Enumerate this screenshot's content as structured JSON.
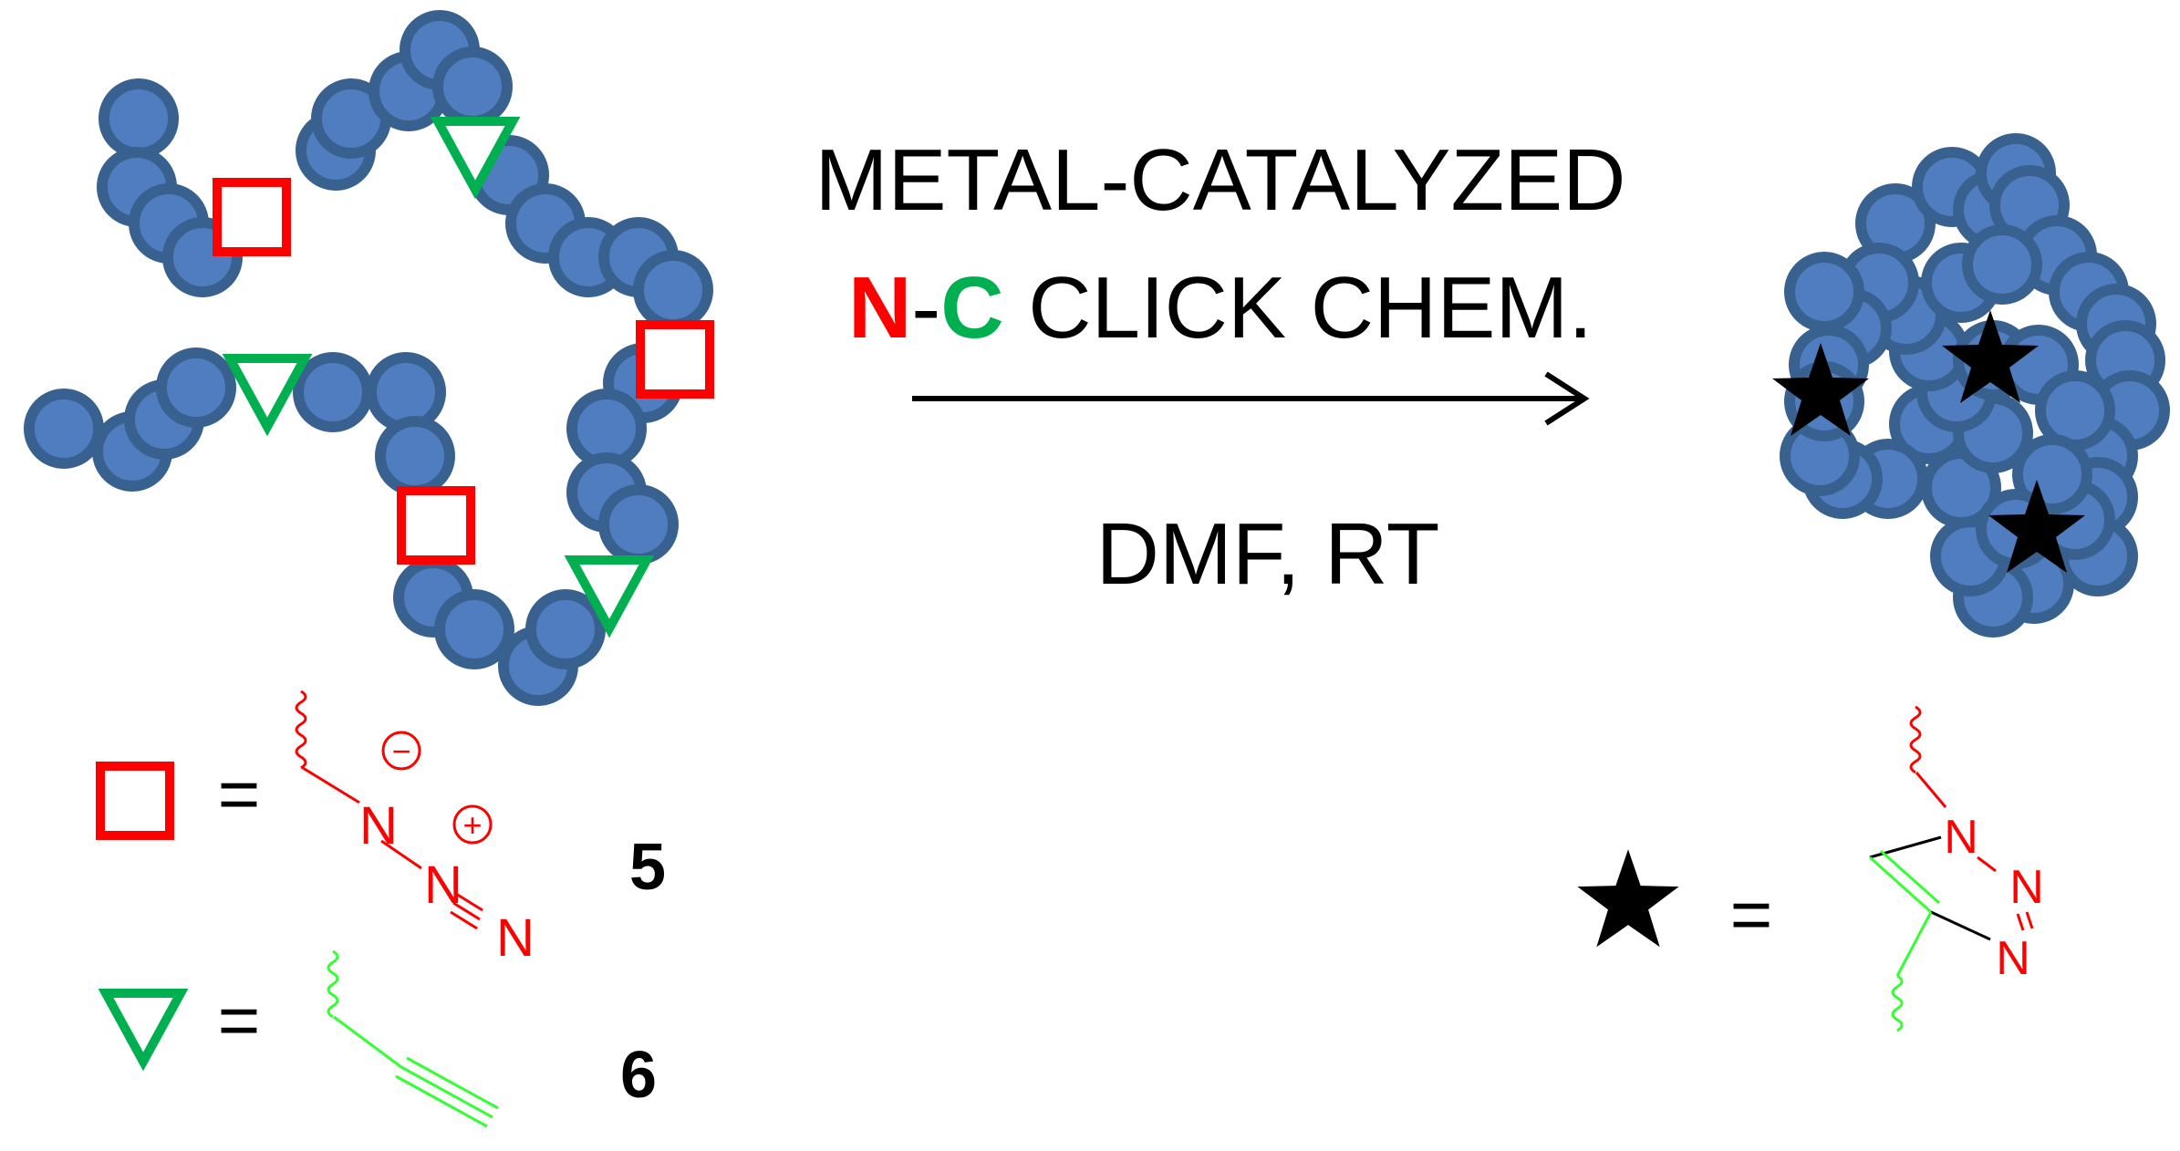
{
  "reaction": {
    "line1": "METAL-CATALYZED",
    "line2_n": "N",
    "line2_dash": "-",
    "line2_c": "C",
    "line2_rest": " CLICK CHEM.",
    "conditions": "DMF, RT"
  },
  "legend": {
    "equals": "=",
    "azide": {
      "compound_number": "5",
      "n_atom": "N",
      "minus_charge": "−",
      "plus_charge": "+"
    },
    "alkyne": {
      "compound_number": "6"
    },
    "triazole": {
      "n_atom": "N"
    }
  },
  "colors": {
    "bead_fill": "#4f7dbf",
    "bead_stroke": "#38618f",
    "azide_red": "#ff0000",
    "alkyne_green": "#00b050",
    "alkyne_structure_green": "#33ff33",
    "triazole_star": "#000000"
  },
  "icons": {
    "azide_marker": "red-square-icon",
    "alkyne_marker": "green-triangle-icon",
    "triazole_marker": "black-star-icon"
  }
}
